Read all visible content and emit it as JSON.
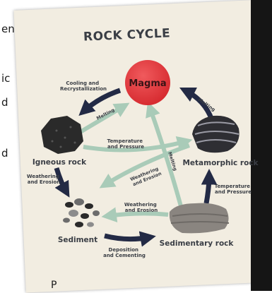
{
  "left_text_fragments": [
    "en",
    "ic",
    "d",
    "d"
  ],
  "title": "ROCK CYCLE",
  "nodes": {
    "magma": "Magma",
    "igneous": "Igneous rock",
    "metamorphic": "Metamorphic rock",
    "sediment": "Sediment",
    "sedimentary": "Sedimentary rock"
  },
  "processes": {
    "cooling": [
      "Cooling and",
      "Recrystallization"
    ],
    "melting_igneous": "Melting",
    "melting_metamorphic": "Melting",
    "melting_sedimentary": "Melting",
    "temp_pressure_top": [
      "Temperature",
      "and Pressure"
    ],
    "weathering_metamorphic": [
      "Weathering",
      "and Erosion"
    ],
    "weathering_igneous": [
      "Weathering",
      "and Erosion"
    ],
    "weathering_sedimentary": [
      "Weathering",
      "and Erosion"
    ],
    "temp_pressure_right": [
      "Temperature",
      "and Pressure"
    ],
    "deposition": [
      "Deposition",
      "and Cementing"
    ]
  },
  "bottom_caption": "P",
  "colors": {
    "magma": "#e8393d",
    "dark_arrow": "#232a45",
    "light_arrow": "#a9cbb8",
    "sheet": "#f2ede1"
  }
}
